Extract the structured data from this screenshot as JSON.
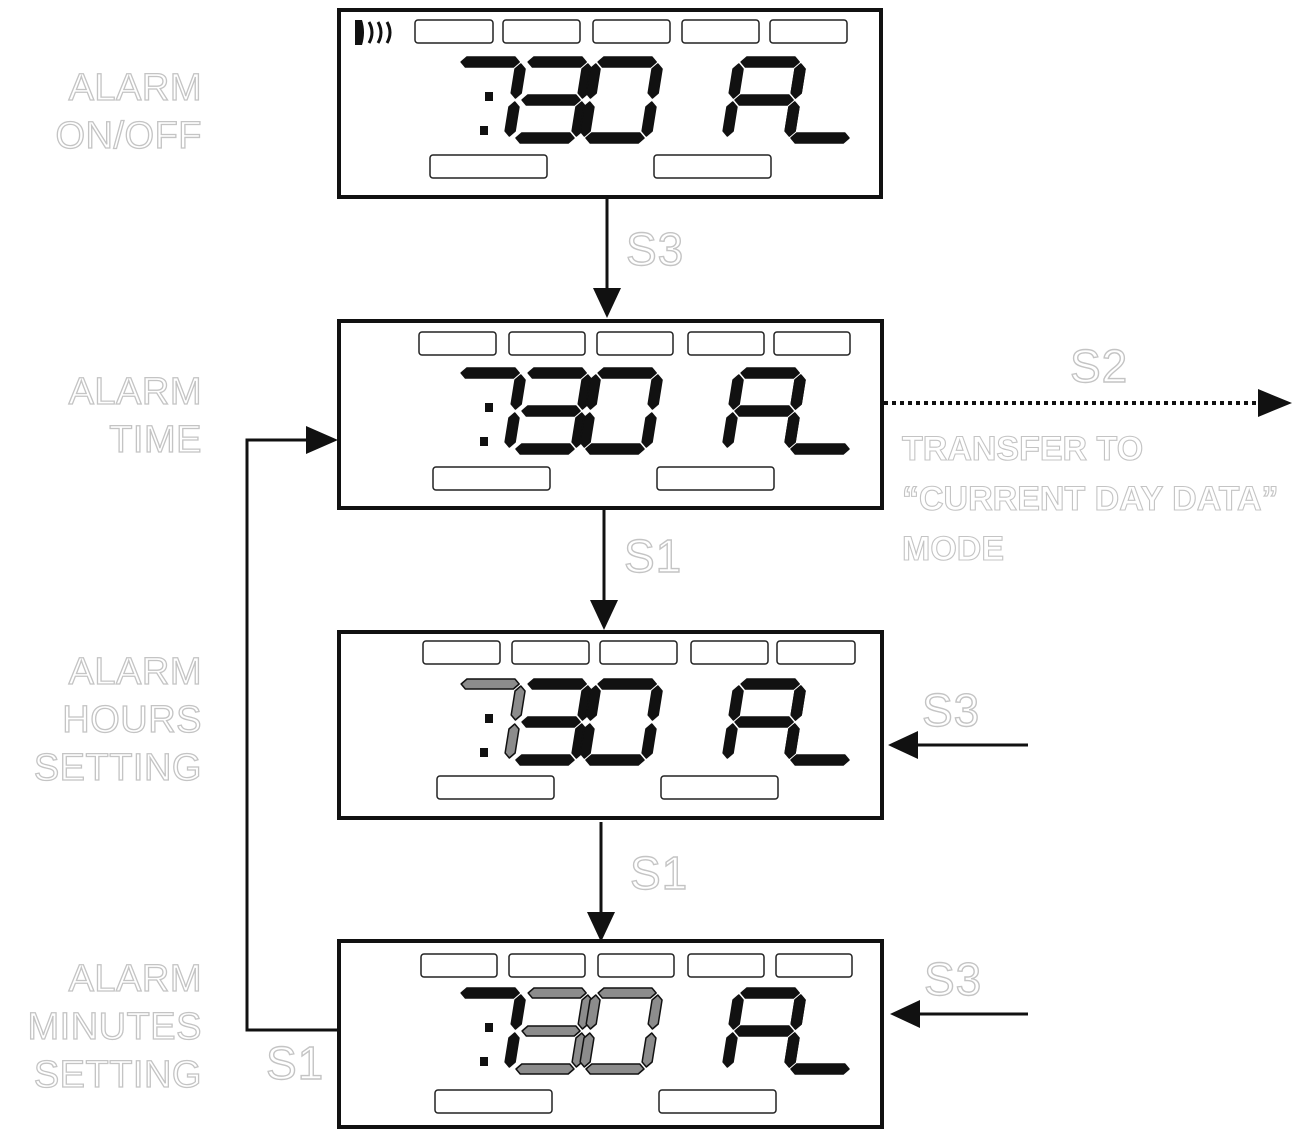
{
  "colors": {
    "ink": "#111111",
    "highlight": "#8c8c8c",
    "label": "#c4c4c4"
  },
  "screens": [
    {
      "label": [
        "ALARM",
        "ON/OFF"
      ],
      "time": "7:30",
      "mode": "AL",
      "alarm_icon": true,
      "highlight": "none"
    },
    {
      "label": [
        "ALARM",
        "TIME"
      ],
      "time": "7:30",
      "mode": "AL",
      "alarm_icon": false,
      "highlight": "none"
    },
    {
      "label": [
        "ALARM",
        "HOURS",
        "SETTING"
      ],
      "time": "7:30",
      "mode": "AL",
      "alarm_icon": false,
      "highlight": "hours"
    },
    {
      "label": [
        "ALARM",
        "MINUTES",
        "SETTING"
      ],
      "time": "7:30",
      "mode": "AL",
      "alarm_icon": false,
      "highlight": "minutes"
    }
  ],
  "keys": {
    "s3_top": "S3",
    "s1_middle": "S1",
    "s1_lower": "S1",
    "s2_transfer": "S2",
    "s3_hours": "S3",
    "s3_minutes": "S3",
    "s1_loop": "S1"
  },
  "transfer_note": [
    "TRANSFER TO",
    "“CURRENT DAY DATA”",
    "MODE"
  ]
}
